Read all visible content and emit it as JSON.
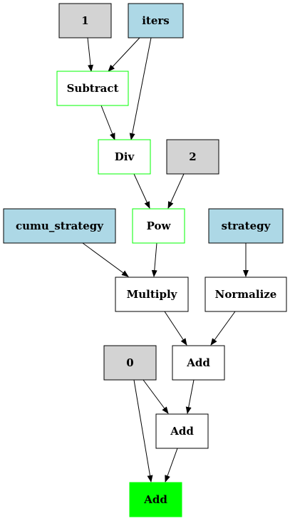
{
  "colors": {
    "constant": "#d3d3d3",
    "input": "#add8e6",
    "op_highlight_border": "#00ff00",
    "default_fill": "#ffffff",
    "default_border": "#000000",
    "output_fill": "#00ff00"
  },
  "nodes": {
    "const_1": {
      "label": "1",
      "kind": "constant"
    },
    "iters": {
      "label": "iters",
      "kind": "input"
    },
    "subtract": {
      "label": "Subtract",
      "kind": "highlighted-op"
    },
    "div": {
      "label": "Div",
      "kind": "highlighted-op"
    },
    "const_2": {
      "label": "2",
      "kind": "constant"
    },
    "cumu_strategy": {
      "label": "cumu_strategy",
      "kind": "input"
    },
    "pow": {
      "label": "Pow",
      "kind": "highlighted-op"
    },
    "strategy": {
      "label": "strategy",
      "kind": "input"
    },
    "multiply": {
      "label": "Multiply",
      "kind": "op"
    },
    "normalize": {
      "label": "Normalize",
      "kind": "op"
    },
    "const_0": {
      "label": "0",
      "kind": "constant"
    },
    "add_1": {
      "label": "Add",
      "kind": "op"
    },
    "add_2": {
      "label": "Add",
      "kind": "op"
    },
    "add_out": {
      "label": "Add",
      "kind": "output"
    }
  },
  "edges": [
    [
      "const_1",
      "subtract"
    ],
    [
      "iters",
      "subtract"
    ],
    [
      "iters",
      "div"
    ],
    [
      "subtract",
      "div"
    ],
    [
      "div",
      "pow"
    ],
    [
      "const_2",
      "pow"
    ],
    [
      "cumu_strategy",
      "multiply"
    ],
    [
      "pow",
      "multiply"
    ],
    [
      "strategy",
      "normalize"
    ],
    [
      "multiply",
      "add_1"
    ],
    [
      "normalize",
      "add_1"
    ],
    [
      "const_0",
      "add_2"
    ],
    [
      "add_1",
      "add_2"
    ],
    [
      "const_0",
      "add_out"
    ],
    [
      "add_2",
      "add_out"
    ]
  ]
}
